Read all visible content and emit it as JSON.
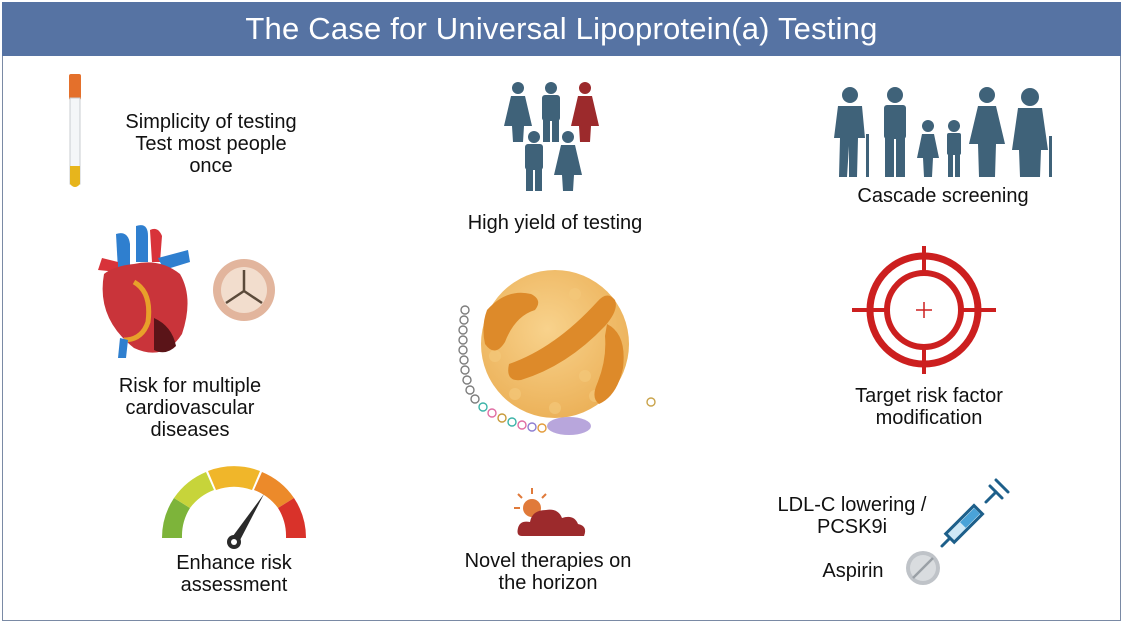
{
  "title": "The Case for Universal Lipoprotein(a) Testing",
  "items": {
    "simplicity": {
      "line1": "Simplicity of testing",
      "line2": "Test most people",
      "line3": "once"
    },
    "high_yield": {
      "label": "High yield of testing"
    },
    "cascade": {
      "label": "Cascade screening"
    },
    "cv_risk": {
      "line1": "Risk for multiple",
      "line2": "cardiovascular",
      "line3": "diseases"
    },
    "target": {
      "line1": "Target risk factor",
      "line2": "modification"
    },
    "enhance": {
      "line1": "Enhance risk",
      "line2": "assessment"
    },
    "novel": {
      "line1": "Novel therapies on",
      "line2": "the horizon"
    },
    "ldl": {
      "line1": "LDL-C lowering /",
      "line2": "PCSK9i"
    },
    "aspirin": {
      "label": "Aspirin"
    }
  },
  "colors": {
    "banner": "#5673a3",
    "people": "#3f6279",
    "highlight_person": "#9c2a2c",
    "target_red": "#cc1f1f"
  }
}
